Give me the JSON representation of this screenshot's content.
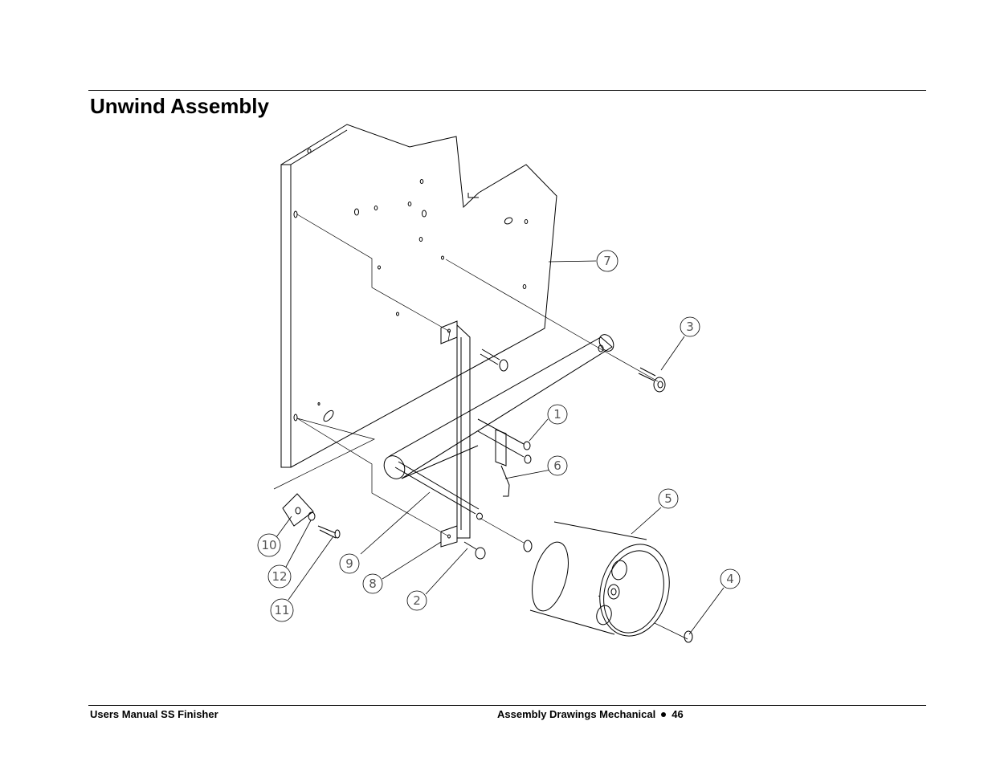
{
  "page": {
    "title": "Unwind Assembly"
  },
  "figure": {
    "callouts": [
      {
        "label": "1"
      },
      {
        "label": "2"
      },
      {
        "label": "3"
      },
      {
        "label": "4"
      },
      {
        "label": "5"
      },
      {
        "label": "6"
      },
      {
        "label": "7"
      },
      {
        "label": "8"
      },
      {
        "label": "9"
      },
      {
        "label": "10"
      },
      {
        "label": "11"
      },
      {
        "label": "12"
      }
    ]
  },
  "footer": {
    "left": "Users Manual SS Finisher",
    "section": "Assembly Drawings Mechanical",
    "page_number": "46"
  }
}
